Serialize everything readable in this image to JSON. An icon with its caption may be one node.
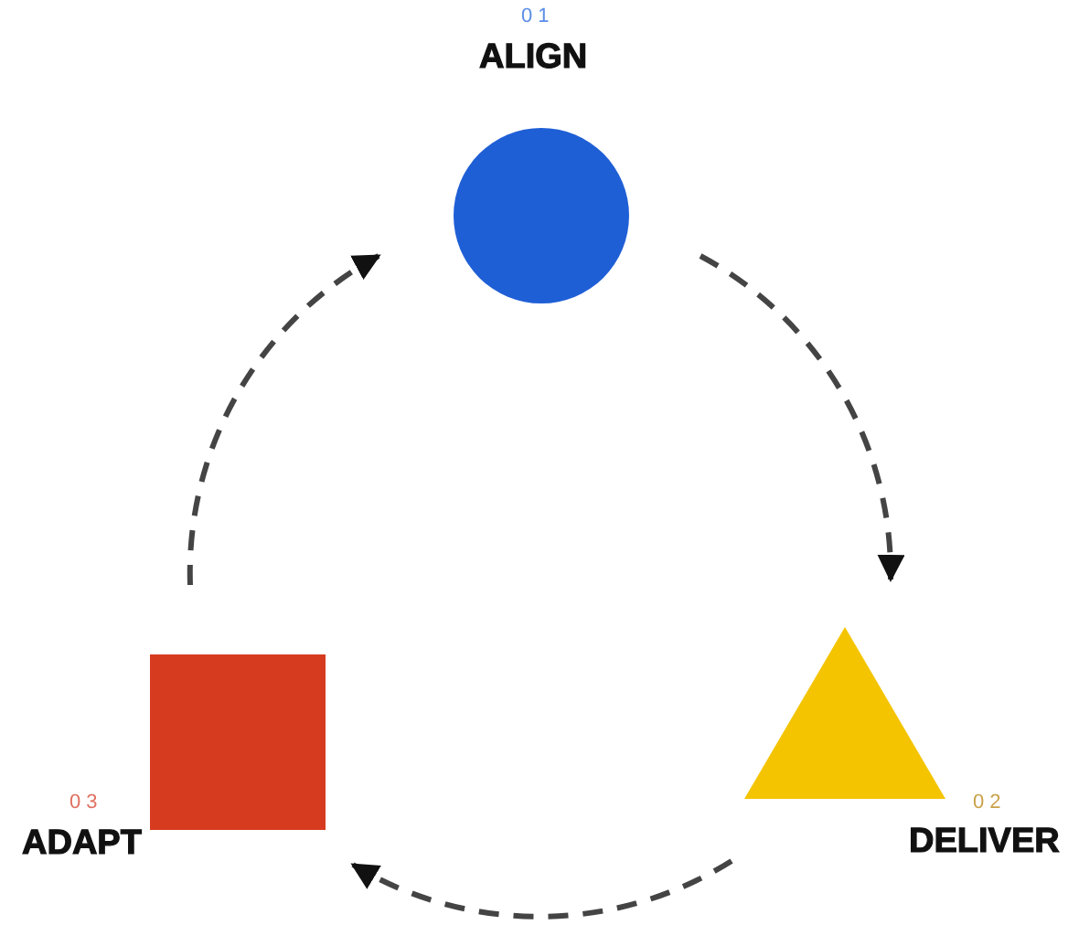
{
  "diagram": {
    "nodes": [
      {
        "text": [
          "01",
          "ALIGN"
        ]
      },
      {
        "text": [
          "02",
          "DELIVER"
        ]
      },
      {
        "text": [
          "03",
          "ADAPT"
        ]
      }
    ],
    "edges": [
      {
        "from": 0,
        "to": 1,
        "arrow": "to",
        "style": "dashed"
      },
      {
        "from": 1,
        "to": 2,
        "arrow": "to",
        "style": "dashed"
      },
      {
        "from": 2,
        "to": 0,
        "arrow": "to",
        "style": "dashed"
      }
    ]
  }
}
